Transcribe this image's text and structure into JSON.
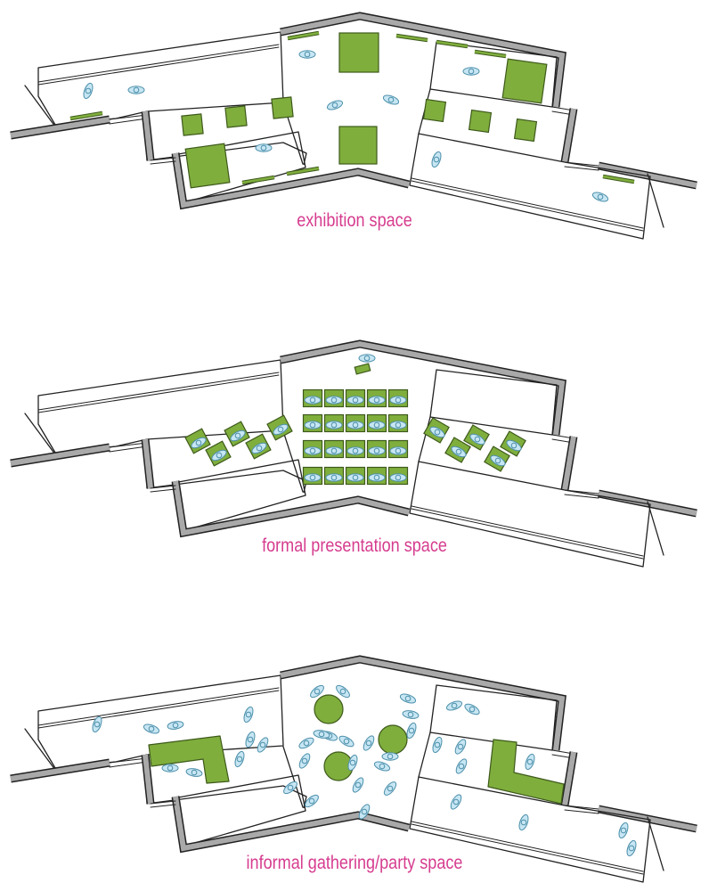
{
  "colors": {
    "caption": "#d63c8f",
    "furniture": "#7fae3d",
    "furniture_stroke": "#3e5a1b",
    "person": "#c7e6f3",
    "person_stroke": "#4c8faa",
    "wall": "#a9a9a9",
    "wall_stroke": "#222222",
    "line": "#222222"
  },
  "plans": [
    {
      "id": "exhibition",
      "caption": "exhibition space"
    },
    {
      "id": "formal-presentation",
      "caption": "formal presentation space"
    },
    {
      "id": "informal-gathering",
      "caption": "informal gathering/party space"
    }
  ]
}
